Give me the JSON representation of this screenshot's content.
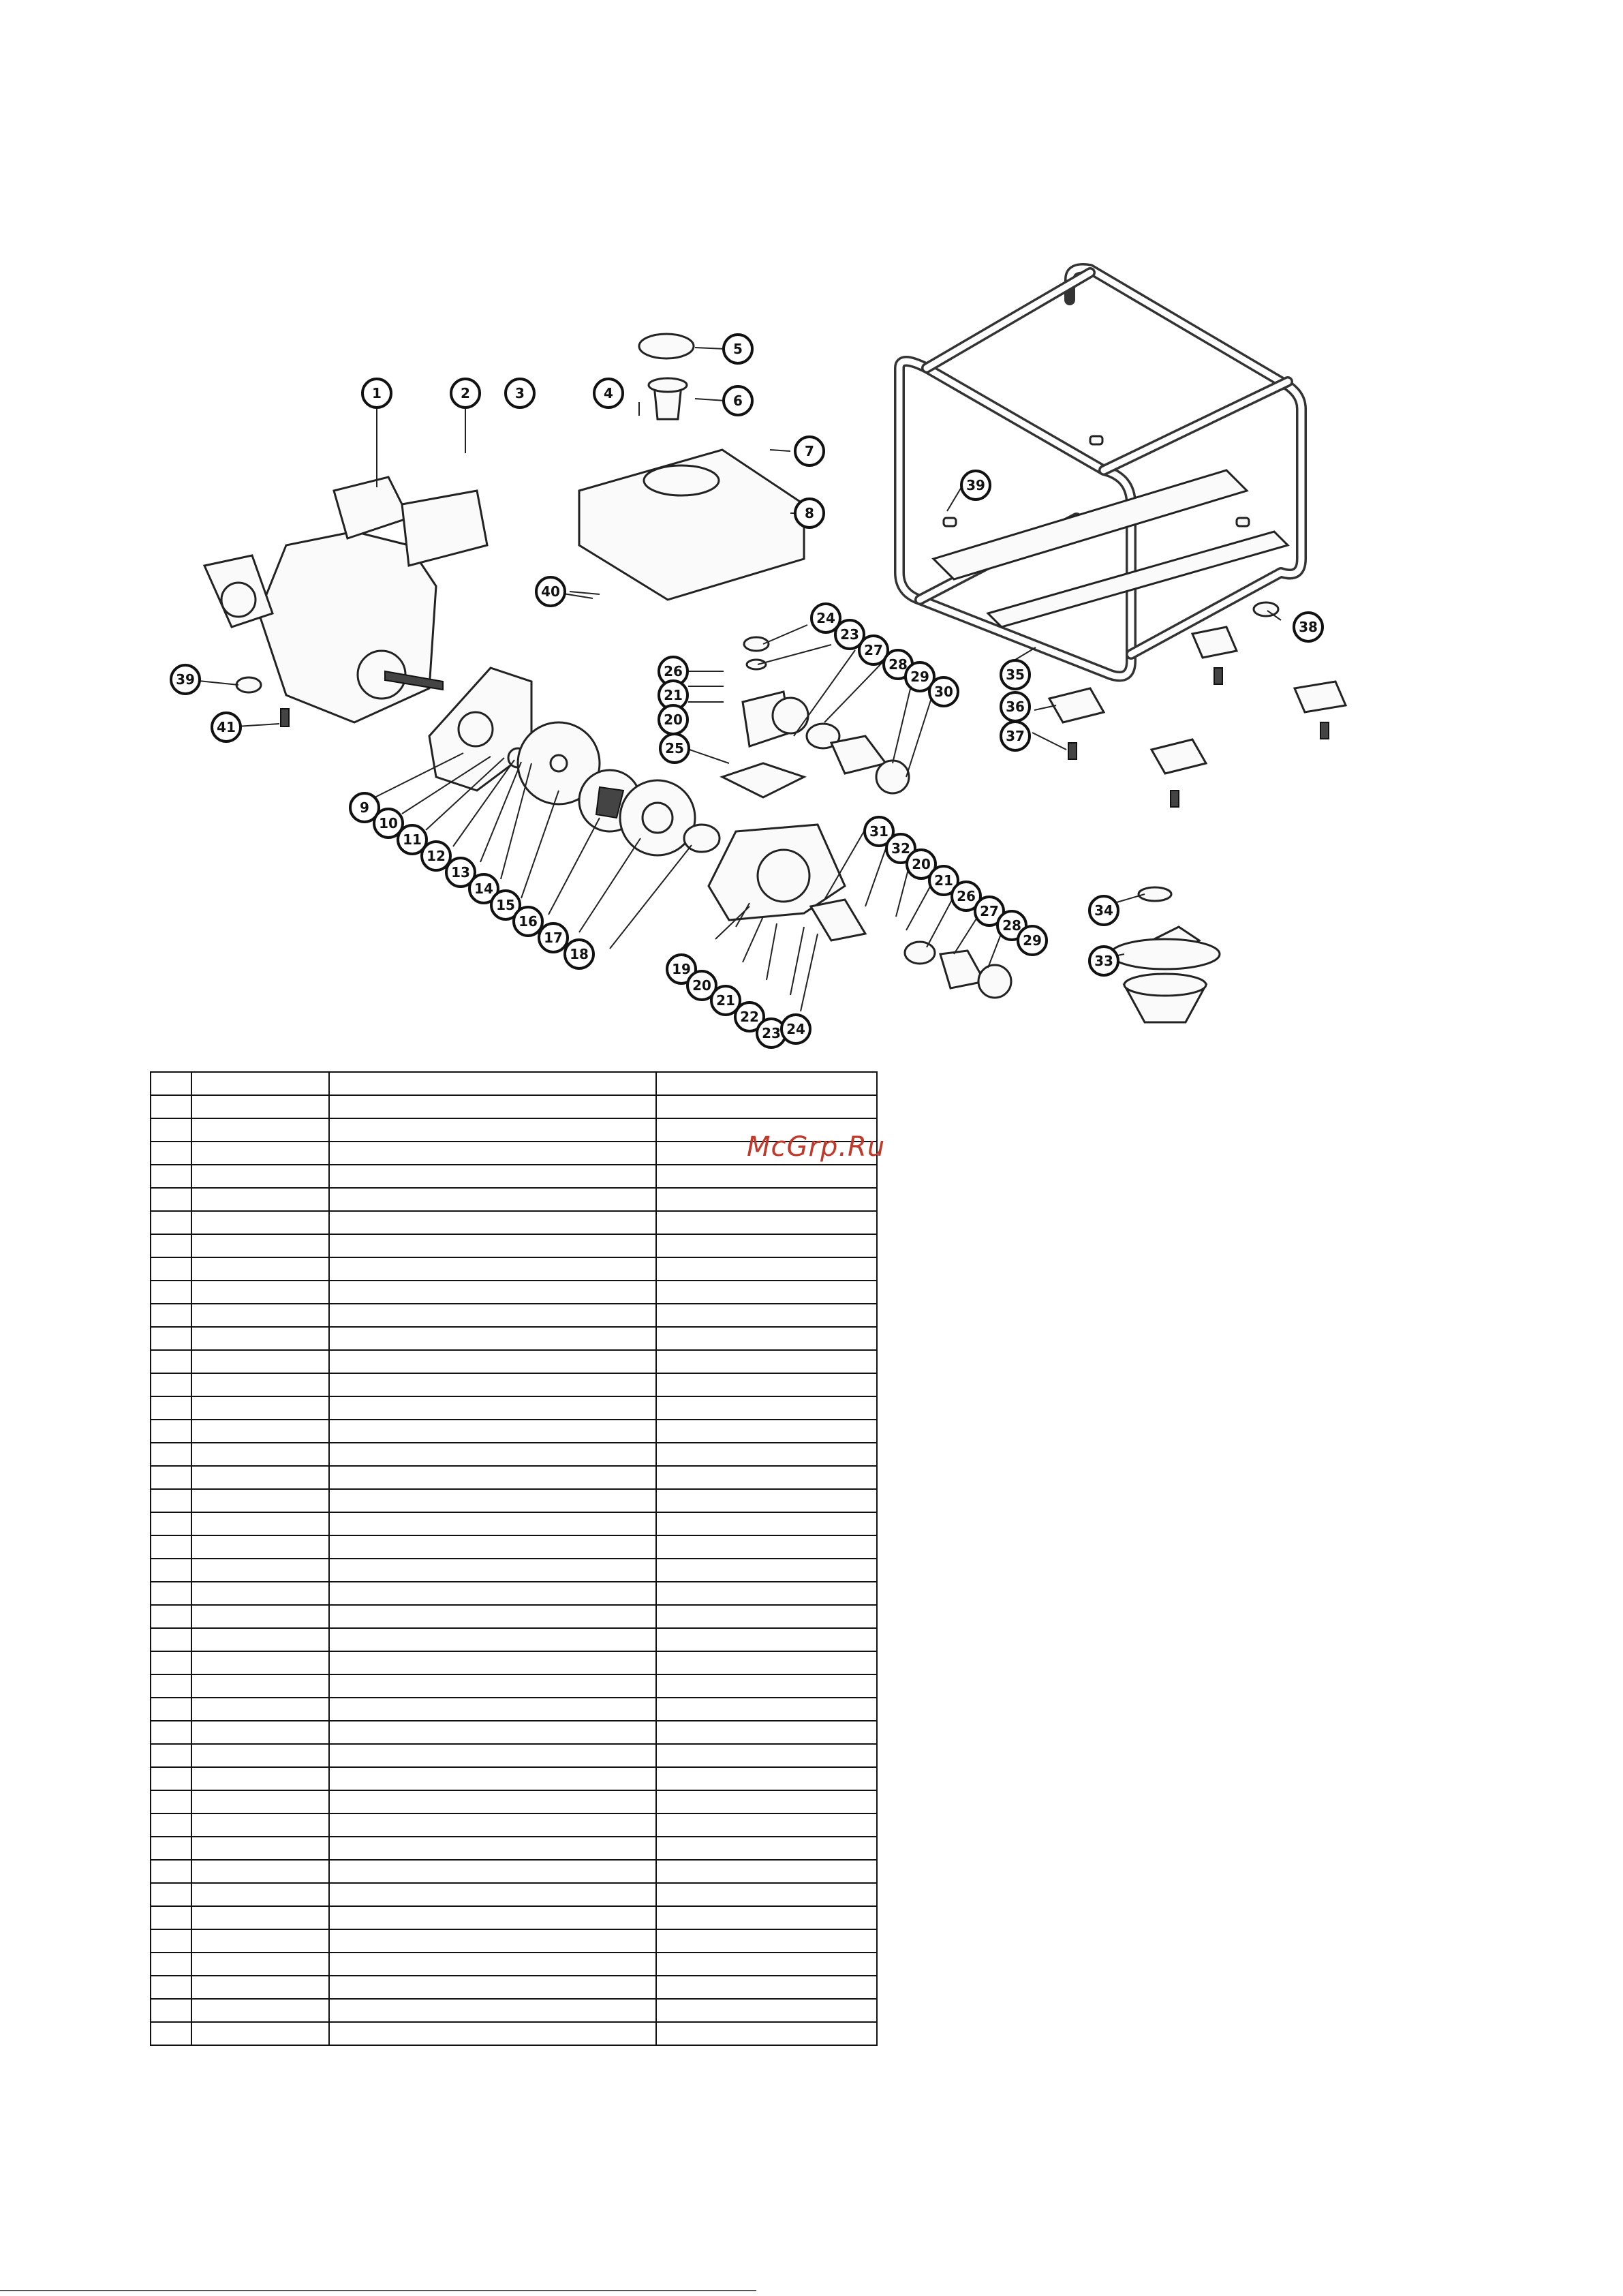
{
  "watermark": "McGrp.Ru",
  "callouts": [
    {
      "n": "1"
    },
    {
      "n": "2"
    },
    {
      "n": "3"
    },
    {
      "n": "4"
    },
    {
      "n": "5"
    },
    {
      "n": "6"
    },
    {
      "n": "7"
    },
    {
      "n": "8"
    },
    {
      "n": "9"
    },
    {
      "n": "10"
    },
    {
      "n": "11"
    },
    {
      "n": "12"
    },
    {
      "n": "13"
    },
    {
      "n": "14"
    },
    {
      "n": "15"
    },
    {
      "n": "16"
    },
    {
      "n": "17"
    },
    {
      "n": "18"
    },
    {
      "n": "19"
    },
    {
      "n": "20"
    },
    {
      "n": "21"
    },
    {
      "n": "22"
    },
    {
      "n": "23"
    },
    {
      "n": "24"
    },
    {
      "n": "24"
    },
    {
      "n": "23"
    },
    {
      "n": "27"
    },
    {
      "n": "28"
    },
    {
      "n": "29"
    },
    {
      "n": "30"
    },
    {
      "n": "26"
    },
    {
      "n": "21"
    },
    {
      "n": "20"
    },
    {
      "n": "25"
    },
    {
      "n": "31"
    },
    {
      "n": "32"
    },
    {
      "n": "20"
    },
    {
      "n": "21"
    },
    {
      "n": "26"
    },
    {
      "n": "27"
    },
    {
      "n": "28"
    },
    {
      "n": "29"
    },
    {
      "n": "34"
    },
    {
      "n": "33"
    },
    {
      "n": "35"
    },
    {
      "n": "36"
    },
    {
      "n": "37"
    },
    {
      "n": "38"
    },
    {
      "n": "39"
    },
    {
      "n": "39"
    },
    {
      "n": "40"
    },
    {
      "n": "41"
    }
  ],
  "table": {
    "rows": 42,
    "columns": 4
  }
}
